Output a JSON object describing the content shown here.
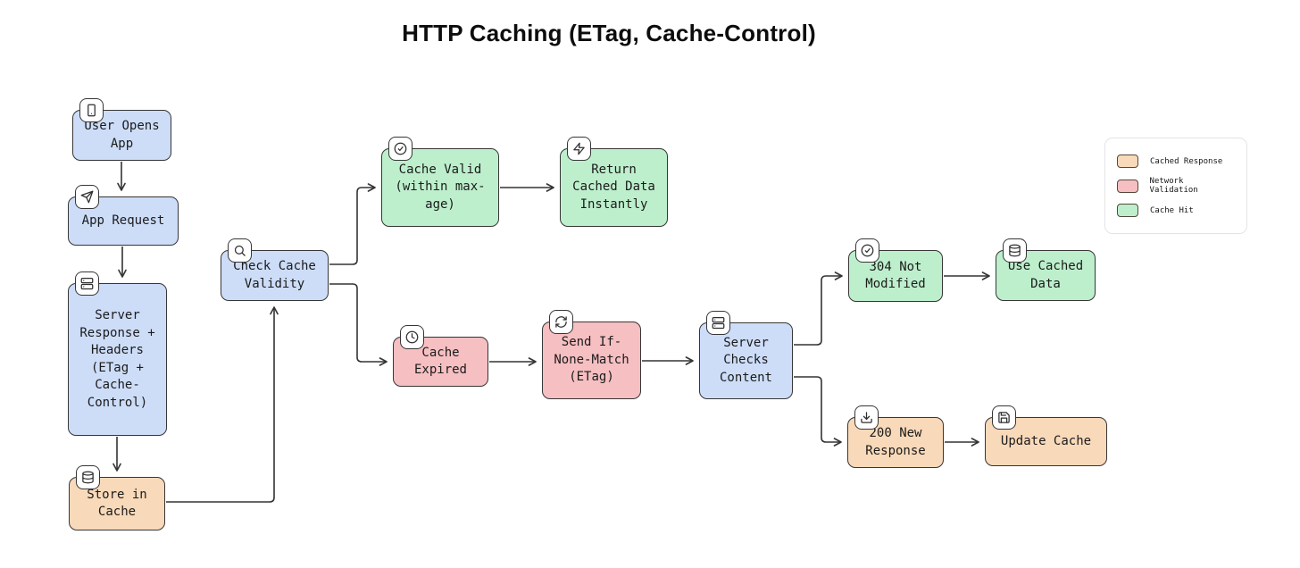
{
  "title": "HTTP Caching (ETag, Cache-Control)",
  "colors": {
    "step": "#cdddf8",
    "cached_response": "#f8d9b9",
    "network_validation": "#f6bfc2",
    "cache_hit": "#bdefcc",
    "node_border": "#363636",
    "edge": "#343434"
  },
  "legend": {
    "items": [
      {
        "label": "Cached Response",
        "color_key": "cached_response"
      },
      {
        "label": "Network Validation",
        "color_key": "network_validation"
      },
      {
        "label": "Cache Hit",
        "color_key": "cache_hit"
      }
    ]
  },
  "diagram": {
    "nodes": [
      {
        "id": "user-opens-app",
        "label": "User Opens\nApp",
        "category": "step",
        "icon": "smartphone-icon"
      },
      {
        "id": "app-request",
        "label": "App Request",
        "category": "step",
        "icon": "send-icon"
      },
      {
        "id": "server-response-headers",
        "label": "Server\nResponse +\nHeaders\n(ETag +\nCache-\nControl)",
        "category": "step",
        "icon": "server-icon"
      },
      {
        "id": "store-in-cache",
        "label": "Store in\nCache",
        "category": "cached_response",
        "icon": "database-icon"
      },
      {
        "id": "check-cache-validity",
        "label": "Check Cache\nValidity",
        "category": "step",
        "icon": "search-icon"
      },
      {
        "id": "cache-valid",
        "label": "Cache Valid\n(within max-\nage)",
        "category": "cache_hit",
        "icon": "circle-check-icon"
      },
      {
        "id": "return-cached-data",
        "label": "Return\nCached Data\nInstantly",
        "category": "cache_hit",
        "icon": "zap-icon"
      },
      {
        "id": "cache-expired",
        "label": "Cache\nExpired",
        "category": "network_validation",
        "icon": "clock-icon"
      },
      {
        "id": "send-if-none-match",
        "label": "Send If-\nNone-Match\n(ETag)",
        "category": "network_validation",
        "icon": "refresh-icon"
      },
      {
        "id": "server-checks-content",
        "label": "Server\nChecks\nContent",
        "category": "step",
        "icon": "server-icon"
      },
      {
        "id": "304-not-modified",
        "label": "304 Not\nModified",
        "category": "cache_hit",
        "icon": "circle-check-icon"
      },
      {
        "id": "use-cached-data",
        "label": "Use Cached\nData",
        "category": "cache_hit",
        "icon": "database-icon"
      },
      {
        "id": "200-new-response",
        "label": "200 New\nResponse",
        "category": "cached_response",
        "icon": "download-icon"
      },
      {
        "id": "update-cache",
        "label": "Update Cache",
        "category": "cached_response",
        "icon": "save-icon"
      }
    ],
    "edges": [
      {
        "from": "user-opens-app",
        "to": "app-request"
      },
      {
        "from": "app-request",
        "to": "server-response-headers"
      },
      {
        "from": "server-response-headers",
        "to": "store-in-cache"
      },
      {
        "from": "store-in-cache",
        "to": "check-cache-validity"
      },
      {
        "from": "check-cache-validity",
        "to": "cache-valid"
      },
      {
        "from": "check-cache-validity",
        "to": "cache-expired"
      },
      {
        "from": "cache-valid",
        "to": "return-cached-data"
      },
      {
        "from": "cache-expired",
        "to": "send-if-none-match"
      },
      {
        "from": "send-if-none-match",
        "to": "server-checks-content"
      },
      {
        "from": "server-checks-content",
        "to": "304-not-modified"
      },
      {
        "from": "server-checks-content",
        "to": "200-new-response"
      },
      {
        "from": "304-not-modified",
        "to": "use-cached-data"
      },
      {
        "from": "200-new-response",
        "to": "update-cache"
      }
    ]
  }
}
